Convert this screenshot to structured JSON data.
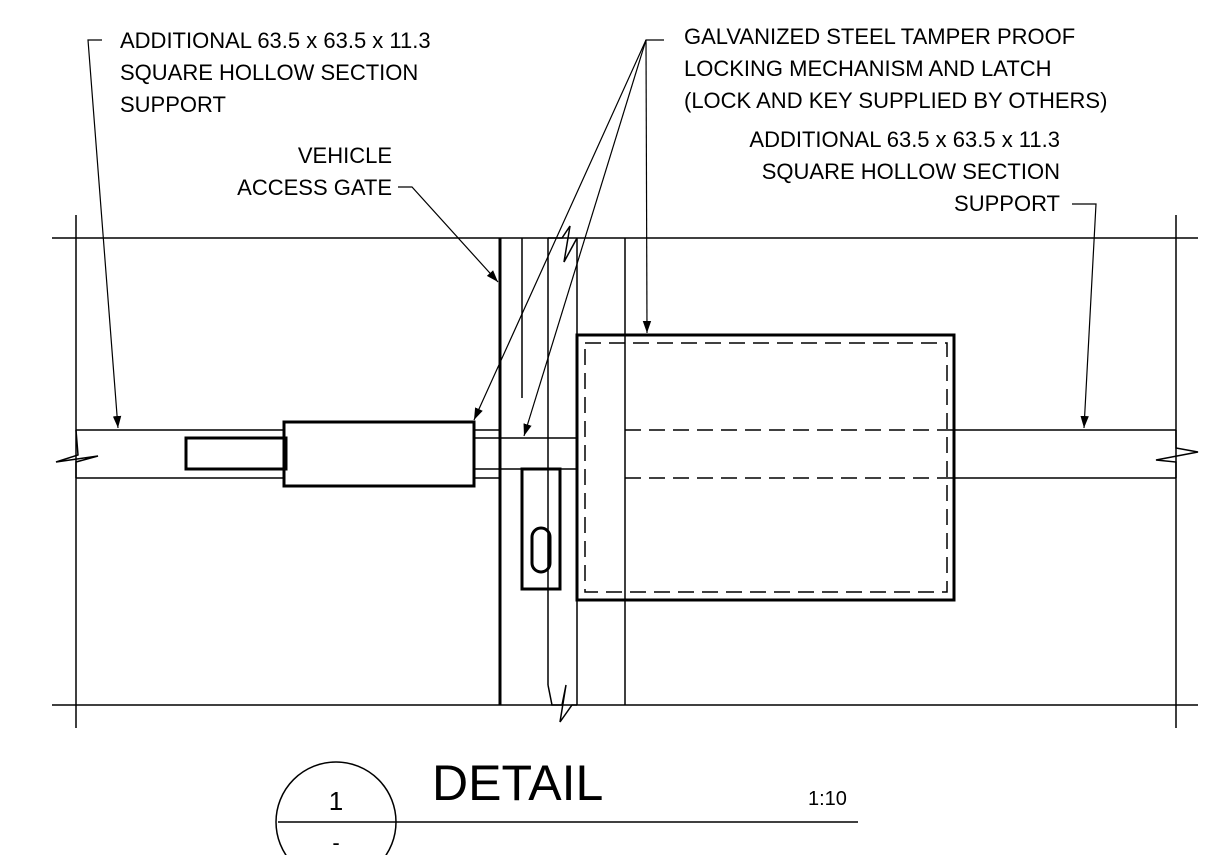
{
  "notes": {
    "support_left": {
      "line1": "ADDITIONAL 63.5 x 63.5 x 11.3",
      "line2": "SQUARE HOLLOW SECTION",
      "line3": "SUPPORT"
    },
    "gate": {
      "line1": "VEHICLE",
      "line2": "ACCESS GATE"
    },
    "locking": {
      "line1": "GALVANIZED STEEL TAMPER PROOF",
      "line2": "LOCKING MECHANISM AND LATCH",
      "line3": "(LOCK AND KEY SUPPLIED BY OTHERS)"
    },
    "support_right": {
      "line1": "ADDITIONAL 63.5 x 63.5 x 11.3",
      "line2": "SQUARE HOLLOW SECTION",
      "line3": "SUPPORT"
    }
  },
  "title_block": {
    "detail_number": "1",
    "sheet_ref": "-",
    "title": "DETAIL",
    "scale": "1:10"
  }
}
